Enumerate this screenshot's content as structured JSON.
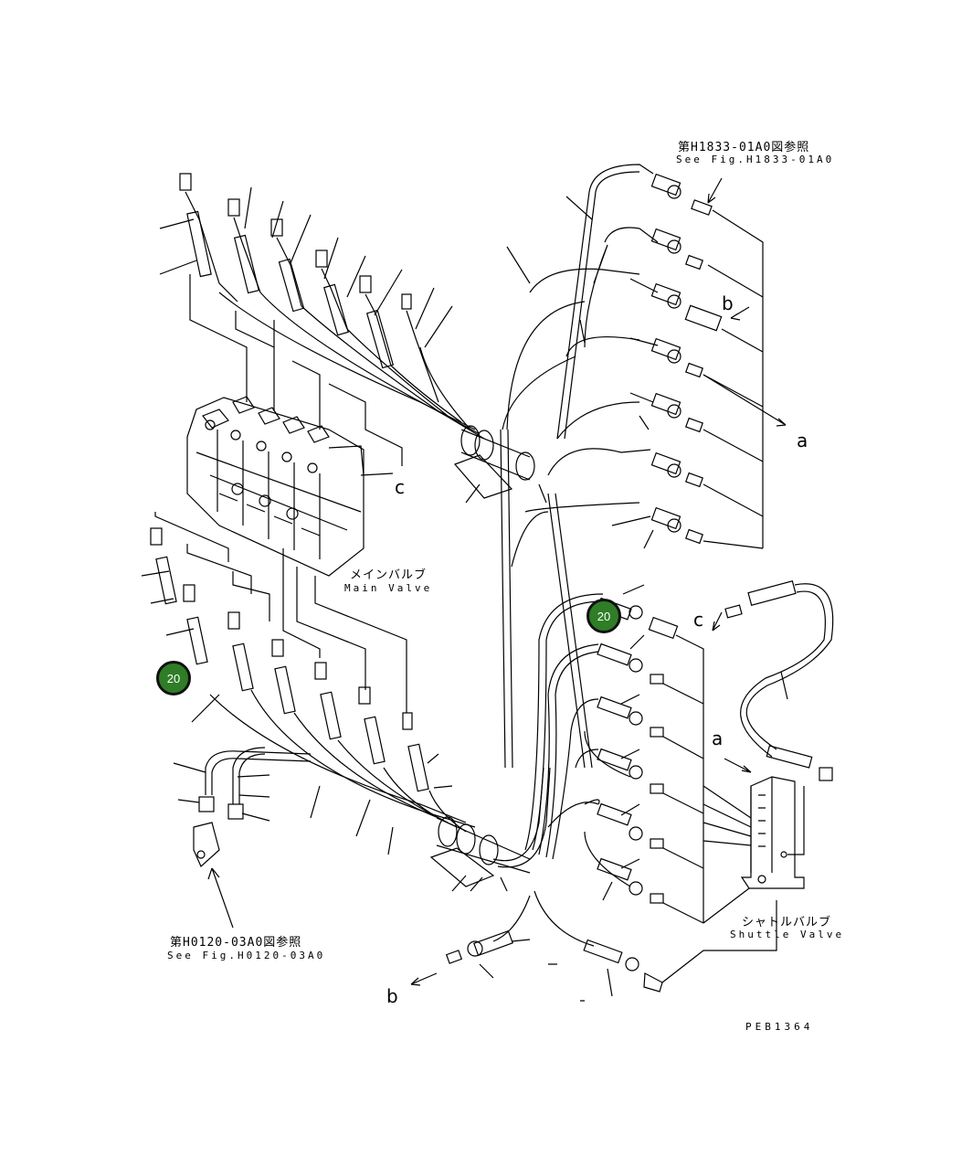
{
  "references": {
    "top": {
      "jp": "第H1833-01A0図参照",
      "en": "See Fig.H1833-01A0"
    },
    "bottom": {
      "jp": "第H0120-03A0図参照",
      "en": "See Fig.H0120-03A0"
    }
  },
  "components": {
    "main_valve": {
      "jp": "メインバルブ",
      "en": "Main Valve"
    },
    "shuttle_valve": {
      "jp": "シャトルバルブ",
      "en": "Shuttle Valve"
    }
  },
  "ports": {
    "a_right": "a",
    "a_shuttle": "a",
    "b_top": "b",
    "b_bottom": "b",
    "c_valve": "c",
    "c_right": "c"
  },
  "callouts": [
    {
      "label": "20"
    },
    {
      "label": "20"
    }
  ],
  "drawing_code": "PEB1364",
  "colors": {
    "callout_fill": "#2f7d26",
    "line": "#000000"
  }
}
